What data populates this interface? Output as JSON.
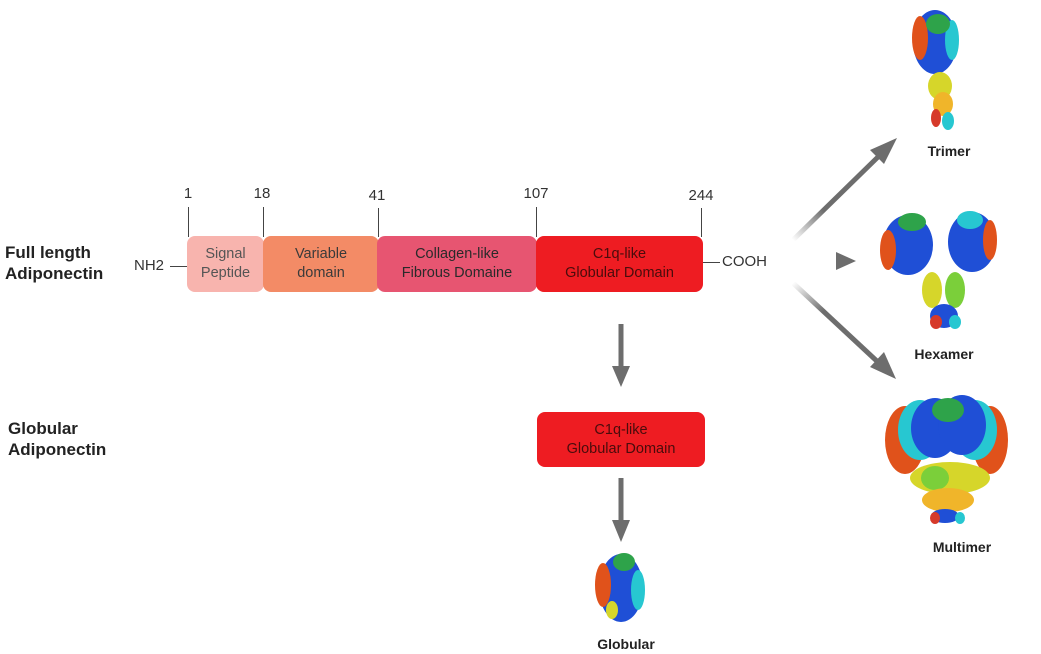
{
  "rows": {
    "full_length": {
      "line1": "Full length",
      "line2": "Adiponectin"
    },
    "globular": {
      "line1": "Globular",
      "line2": "Adiponectin"
    }
  },
  "positions": {
    "p1": "1",
    "p18": "18",
    "p41": "41",
    "p107": "107",
    "p244": "244"
  },
  "termini": {
    "n": "NH2",
    "c": "COOH"
  },
  "domains": {
    "signal": {
      "line1": "Signal",
      "line2": "Peptide",
      "color": "#F8B4AE"
    },
    "variable": {
      "line1": "Variable",
      "line2": "domain",
      "color": "#F38B66"
    },
    "collagen": {
      "line1": "Collagen-like",
      "line2": "Fibrous Domaine",
      "color": "#E75571"
    },
    "c1q": {
      "line1": "C1q-like",
      "line2": "Globular Domain",
      "color": "#EE1C22"
    }
  },
  "globular_domain": {
    "line1": "C1q-like",
    "line2": "Globular Domain",
    "color": "#EE1C22"
  },
  "forms": {
    "trimer": "Trimer",
    "hexamer": "Hexamer",
    "multimer": "Multimer",
    "globular": "Globular"
  },
  "arrow_color": "#6d6d6d"
}
